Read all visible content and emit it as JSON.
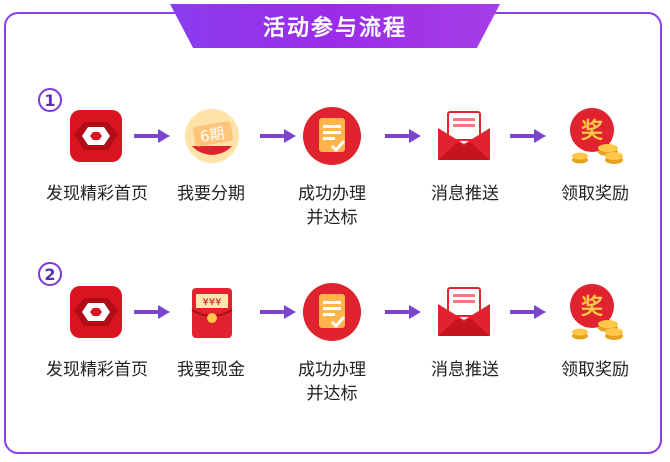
{
  "title": "活动参与流程",
  "rows": [
    {
      "number": "1",
      "steps": [
        {
          "label": "发现精彩首页",
          "icon": "app-logo-icon"
        },
        {
          "label": "我要分期",
          "icon": "installment-6-periods-icon",
          "badge": "6期"
        },
        {
          "label": "成功办理",
          "label2": "并达标",
          "icon": "document-check-icon"
        },
        {
          "label": "消息推送",
          "icon": "envelope-message-icon"
        },
        {
          "label": "领取奖励",
          "icon": "reward-coins-icon",
          "badge": "奖"
        }
      ]
    },
    {
      "number": "2",
      "steps": [
        {
          "label": "发现精彩首页",
          "icon": "app-logo-icon"
        },
        {
          "label": "我要现金",
          "icon": "red-envelope-cash-icon",
          "badge": "¥¥¥"
        },
        {
          "label": "成功办理",
          "label2": "并达标",
          "icon": "document-check-icon"
        },
        {
          "label": "消息推送",
          "icon": "envelope-message-icon"
        },
        {
          "label": "领取奖励",
          "icon": "reward-coins-icon",
          "badge": "奖"
        }
      ]
    }
  ],
  "colors": {
    "purple": "#8a3df0",
    "red": "#e0232f",
    "arrow": "#7b45cc"
  }
}
